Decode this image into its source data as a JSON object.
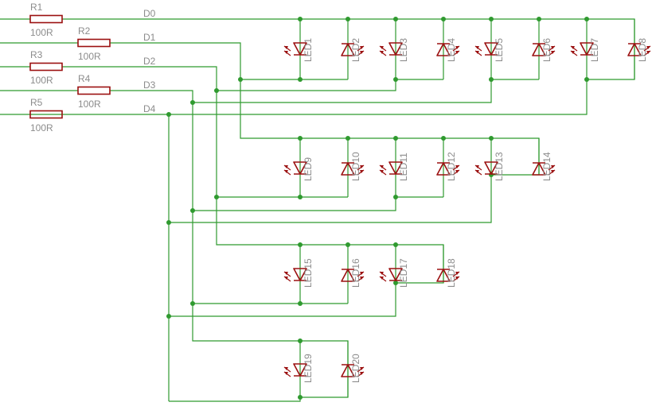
{
  "resistors": [
    {
      "name": "R1",
      "value": "100R",
      "net": "D0"
    },
    {
      "name": "R2",
      "value": "100R",
      "net": "D1"
    },
    {
      "name": "R3",
      "value": "100R",
      "net": "D2"
    },
    {
      "name": "R4",
      "value": "100R",
      "net": "D3"
    },
    {
      "name": "R5",
      "value": "100R",
      "net": "D4"
    }
  ],
  "nets": [
    "D0",
    "D1",
    "D2",
    "D3",
    "D4"
  ],
  "leds": [
    "LED1",
    "LED2",
    "LED3",
    "LED4",
    "LED5",
    "LED6",
    "LED7",
    "LED8",
    "LED9",
    "LED10",
    "LED11",
    "LED12",
    "LED13",
    "LED14",
    "LED15",
    "LED16",
    "LED17",
    "LED18",
    "LED19",
    "LED20"
  ],
  "colors": {
    "wire": "#2f9a2f",
    "component": "#9b1010",
    "label": "#8c8c8c",
    "background": "#ffffff"
  }
}
